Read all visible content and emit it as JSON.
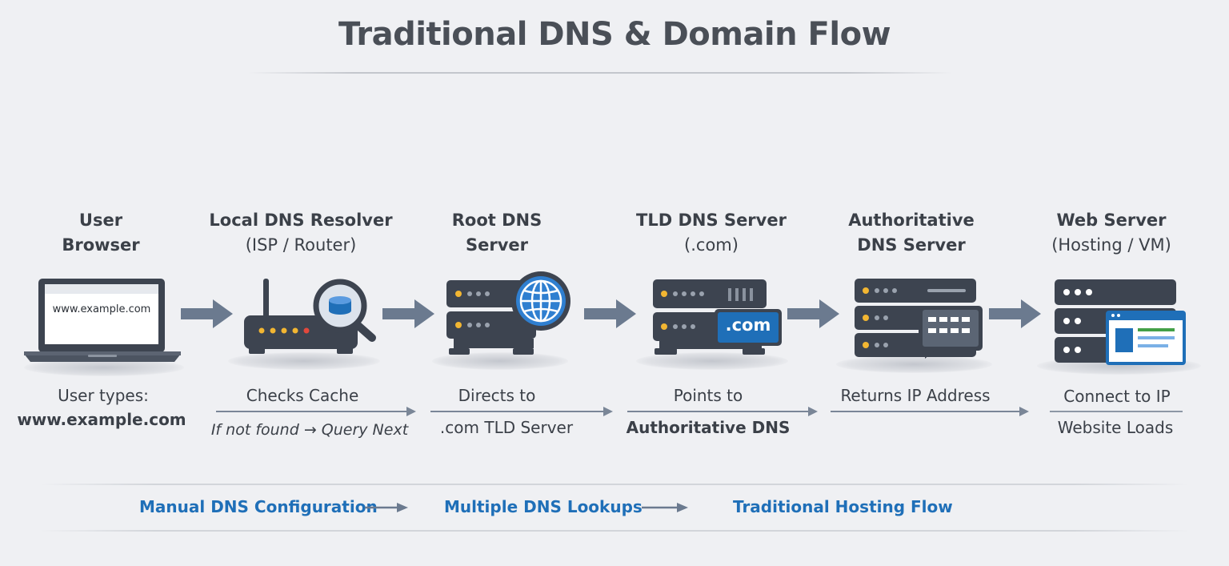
{
  "title": "Traditional DNS & Domain Flow",
  "steps": [
    {
      "line1": "User",
      "line2": "Browser",
      "icon": "laptop-icon",
      "screen_text": "www.example.com",
      "caption1": "User types:",
      "caption2": "www.example.com"
    },
    {
      "line1": "Local DNS Resolver",
      "line2": "(ISP / Router)",
      "icon": "router-search-icon",
      "caption1": "Checks Cache",
      "caption2": "If not found → Query Next"
    },
    {
      "line1": "Root DNS",
      "line2": "Server",
      "icon": "globe-server-icon",
      "caption1": "Directs to",
      "caption2": ".com TLD Server"
    },
    {
      "line1": "TLD DNS Server",
      "line2": "(.com)",
      "icon": "tld-server-icon",
      "badge": ".com",
      "caption1": "Points to",
      "caption2": "Authoritative DNS"
    },
    {
      "line1": "Authoritative",
      "line2": "DNS Server",
      "icon": "authoritative-server-icon",
      "caption1": "Returns IP Address"
    },
    {
      "line1": "Web Server",
      "line2": "(Hosting / VM)",
      "icon": "web-server-icon",
      "caption1": "Connect to IP",
      "caption2": "Website Loads"
    }
  ],
  "footer": [
    "Manual DNS Configuration",
    "Multiple DNS Lookups",
    "Traditional Hosting Flow"
  ],
  "colors": {
    "accent": "#1f6fb8",
    "server": "#3d4450",
    "arrow": "#6b7a8f",
    "text": "#3b4048"
  }
}
